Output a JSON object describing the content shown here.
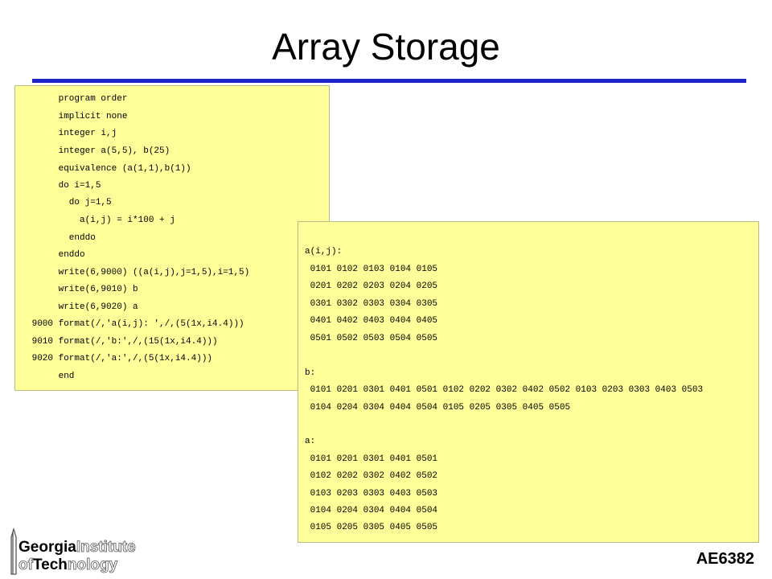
{
  "slide": {
    "title": "Array Storage",
    "course": "AE6382"
  },
  "code": [
    "      program order",
    "      implicit none",
    "      integer i,j",
    "      integer a(5,5), b(25)",
    "      equivalence (a(1,1),b(1))",
    "      do i=1,5",
    "        do j=1,5",
    "          a(i,j) = i*100 + j",
    "        enddo",
    "      enddo",
    "      write(6,9000) ((a(i,j),j=1,5),i=1,5)",
    "      write(6,9010) b",
    "      write(6,9020) a",
    " 9000 format(/,'a(i,j): ',/,(5(1x,i4.4)))",
    " 9010 format(/,'b:',/,(15(1x,i4.4)))",
    " 9020 format(/,'a:',/,(5(1x,i4.4)))",
    "      end"
  ],
  "output": [
    "a(i,j):",
    " 0101 0102 0103 0104 0105",
    " 0201 0202 0203 0204 0205",
    " 0301 0302 0303 0304 0305",
    " 0401 0402 0403 0404 0405",
    " 0501 0502 0503 0504 0505",
    "b:",
    " 0101 0201 0301 0401 0501 0102 0202 0302 0402 0502 0103 0203 0303 0403 0503",
    " 0104 0204 0304 0404 0504 0105 0205 0305 0405 0505",
    "a:",
    " 0101 0201 0301 0401 0501",
    " 0102 0202 0302 0402 0502",
    " 0103 0203 0303 0403 0503",
    " 0104 0204 0304 0404 0504",
    " 0105 0205 0305 0405 0505"
  ],
  "logo": {
    "line1_a": "Georgia",
    "line1_b": "Institute",
    "line2_a": "of",
    "line2_b": "Tech",
    "line2_c": "nology"
  },
  "colors": {
    "title_rule": "#1a22c8",
    "box_fill": "#ffff99"
  }
}
